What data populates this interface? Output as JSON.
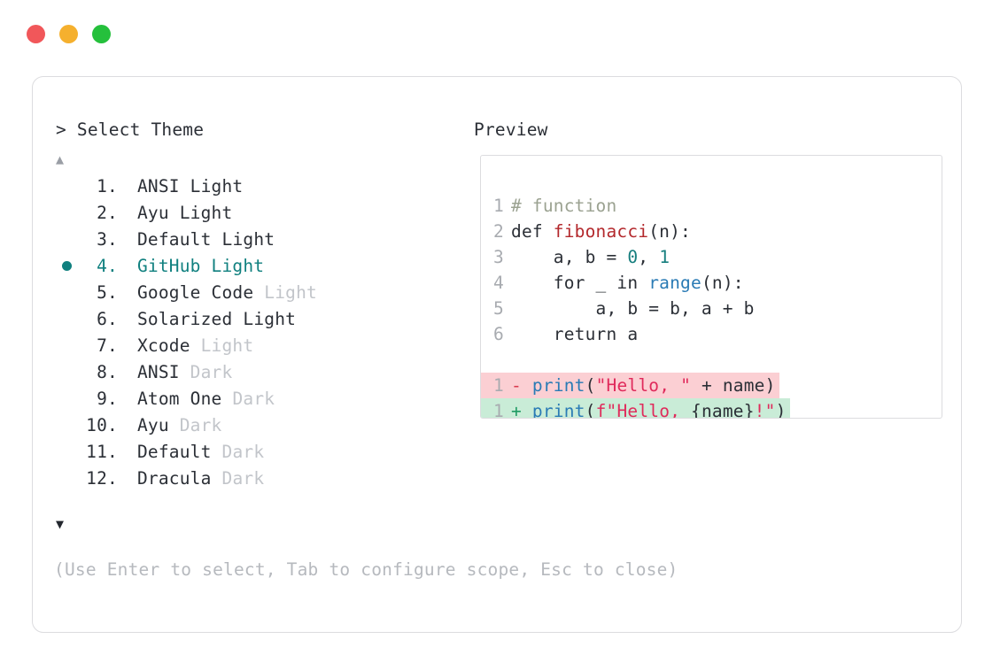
{
  "titlebar": {
    "dots": [
      {
        "name": "close",
        "color": "#f1575a"
      },
      {
        "name": "minimize",
        "color": "#f5b02e"
      },
      {
        "name": "maximize",
        "color": "#25c03c"
      }
    ]
  },
  "headers": {
    "left": "> Select Theme",
    "right": "Preview"
  },
  "scroll": {
    "up_glyph": "▲",
    "down_glyph": "▼"
  },
  "theme_list": {
    "selected_index": 4,
    "selected_color": "#10807f",
    "items": [
      {
        "index": "1.",
        "name": "ANSI",
        "variant": "Light",
        "variant_muted": false,
        "selected": false
      },
      {
        "index": "2.",
        "name": "Ayu",
        "variant": "Light",
        "variant_muted": false,
        "selected": false
      },
      {
        "index": "3.",
        "name": "Default",
        "variant": "Light",
        "variant_muted": false,
        "selected": false
      },
      {
        "index": "4.",
        "name": "GitHub",
        "variant": "Light",
        "variant_muted": false,
        "selected": true
      },
      {
        "index": "5.",
        "name": "Google Code",
        "variant": "Light",
        "variant_muted": true,
        "selected": false
      },
      {
        "index": "6.",
        "name": "Solarized",
        "variant": "Light",
        "variant_muted": false,
        "selected": false
      },
      {
        "index": "7.",
        "name": "Xcode",
        "variant": "Light",
        "variant_muted": true,
        "selected": false
      },
      {
        "index": "8.",
        "name": "ANSI",
        "variant": "Dark",
        "variant_muted": true,
        "selected": false
      },
      {
        "index": "9.",
        "name": "Atom One",
        "variant": "Dark",
        "variant_muted": true,
        "selected": false
      },
      {
        "index": "10.",
        "name": "Ayu",
        "variant": "Dark",
        "variant_muted": true,
        "selected": false
      },
      {
        "index": "11.",
        "name": "Default",
        "variant": "Dark",
        "variant_muted": true,
        "selected": false
      },
      {
        "index": "12.",
        "name": "Dracula",
        "variant": "Dark",
        "variant_muted": true,
        "selected": false
      }
    ]
  },
  "preview": {
    "code_lines": [
      {
        "ln": "1",
        "tokens": [
          {
            "t": "# function",
            "c": "comment"
          }
        ]
      },
      {
        "ln": "2",
        "tokens": [
          {
            "t": "def ",
            "c": "plain"
          },
          {
            "t": "fibonacci",
            "c": "fn"
          },
          {
            "t": "(n):",
            "c": "plain"
          }
        ]
      },
      {
        "ln": "3",
        "tokens": [
          {
            "t": "    a, b = ",
            "c": "plain"
          },
          {
            "t": "0",
            "c": "num"
          },
          {
            "t": ", ",
            "c": "plain"
          },
          {
            "t": "1",
            "c": "num"
          }
        ]
      },
      {
        "ln": "4",
        "tokens": [
          {
            "t": "    for _ in ",
            "c": "plain"
          },
          {
            "t": "range",
            "c": "builtin"
          },
          {
            "t": "(n):",
            "c": "plain"
          }
        ]
      },
      {
        "ln": "5",
        "tokens": [
          {
            "t": "        a, b = b, a + b",
            "c": "plain"
          }
        ]
      },
      {
        "ln": "6",
        "tokens": [
          {
            "t": "    return a",
            "c": "plain"
          }
        ]
      }
    ],
    "diff_lines": [
      {
        "ln": "1",
        "kind": "del",
        "sign": "-",
        "bg": "#fbcfd3",
        "tokens": [
          {
            "t": "print",
            "c": "builtin"
          },
          {
            "t": "(",
            "c": "plain"
          },
          {
            "t": "\"Hello, \"",
            "c": "str"
          },
          {
            "t": " + name)",
            "c": "plain"
          }
        ]
      },
      {
        "ln": "1",
        "kind": "add",
        "sign": "+",
        "bg": "#c9ecd7",
        "tokens": [
          {
            "t": "print",
            "c": "builtin"
          },
          {
            "t": "(",
            "c": "plain"
          },
          {
            "t": "f\"Hello, ",
            "c": "str"
          },
          {
            "t": "{name}",
            "c": "plain"
          },
          {
            "t": "!\"",
            "c": "str"
          },
          {
            "t": ")",
            "c": "plain"
          }
        ]
      }
    ]
  },
  "hint": "(Use Enter to select, Tab to configure scope, Esc to close)"
}
